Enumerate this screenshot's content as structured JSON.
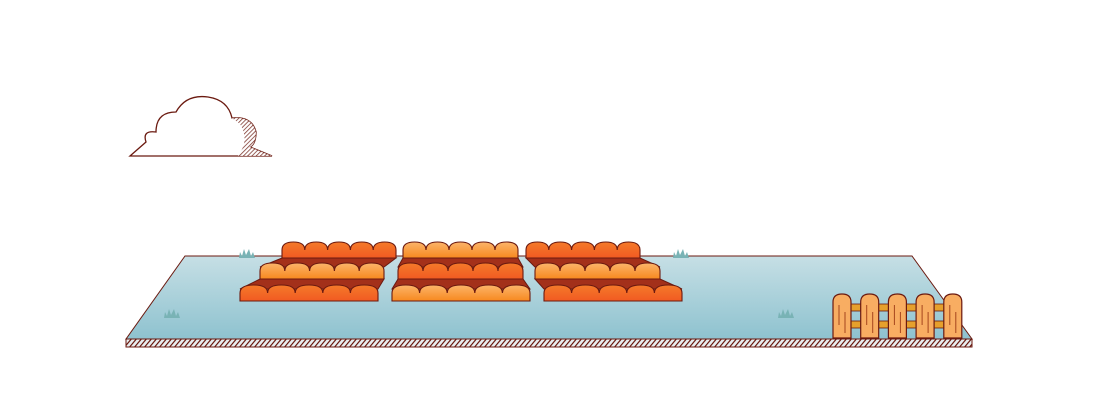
{
  "scene": {
    "colors": {
      "outline": "#6b1a10",
      "ground_top": "#c6dfe5",
      "ground_bottom": "#8ec2cf",
      "crop_dark": "#f15a22",
      "crop_light": "#fba043",
      "furrow": "#a3301a",
      "fence": "#f8ad62",
      "fence_rail": "#e6a02c",
      "grass": "#79b3b5",
      "cloud": "#ffffff"
    },
    "fields": 3,
    "rows_per_field": 3,
    "bumps_per_row": 5,
    "fence_posts": 5
  }
}
